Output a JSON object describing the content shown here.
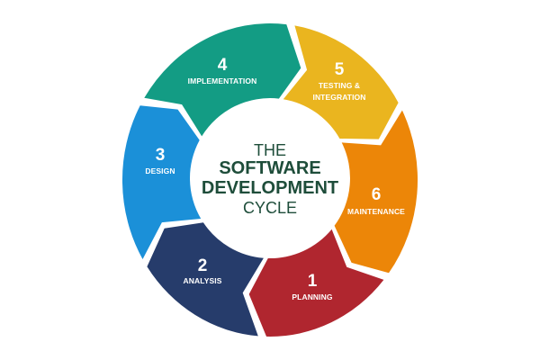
{
  "center": {
    "line1": "THE",
    "line2": "SOFTWARE",
    "line3": "DEVELOPMENT",
    "line4": "CYCLE"
  },
  "colors": {
    "planning": "#b0262f",
    "analysis": "#263c6b",
    "design": "#1b90d8",
    "implementation": "#139c84",
    "testing": "#eab51f",
    "maintenance": "#ec8608",
    "center_text": "#1e4d3a",
    "background": "#ffffff"
  },
  "segments": [
    {
      "number": "1",
      "label": "PLANNING"
    },
    {
      "number": "2",
      "label": "ANALYSIS"
    },
    {
      "number": "3",
      "label": "DESIGN"
    },
    {
      "number": "4",
      "label": "IMPLEMENTATION"
    },
    {
      "number": "5",
      "label_line1": "TESTING &",
      "label_line2": "INTEGRATION"
    },
    {
      "number": "6",
      "label": "MAINTENANCE"
    }
  ]
}
